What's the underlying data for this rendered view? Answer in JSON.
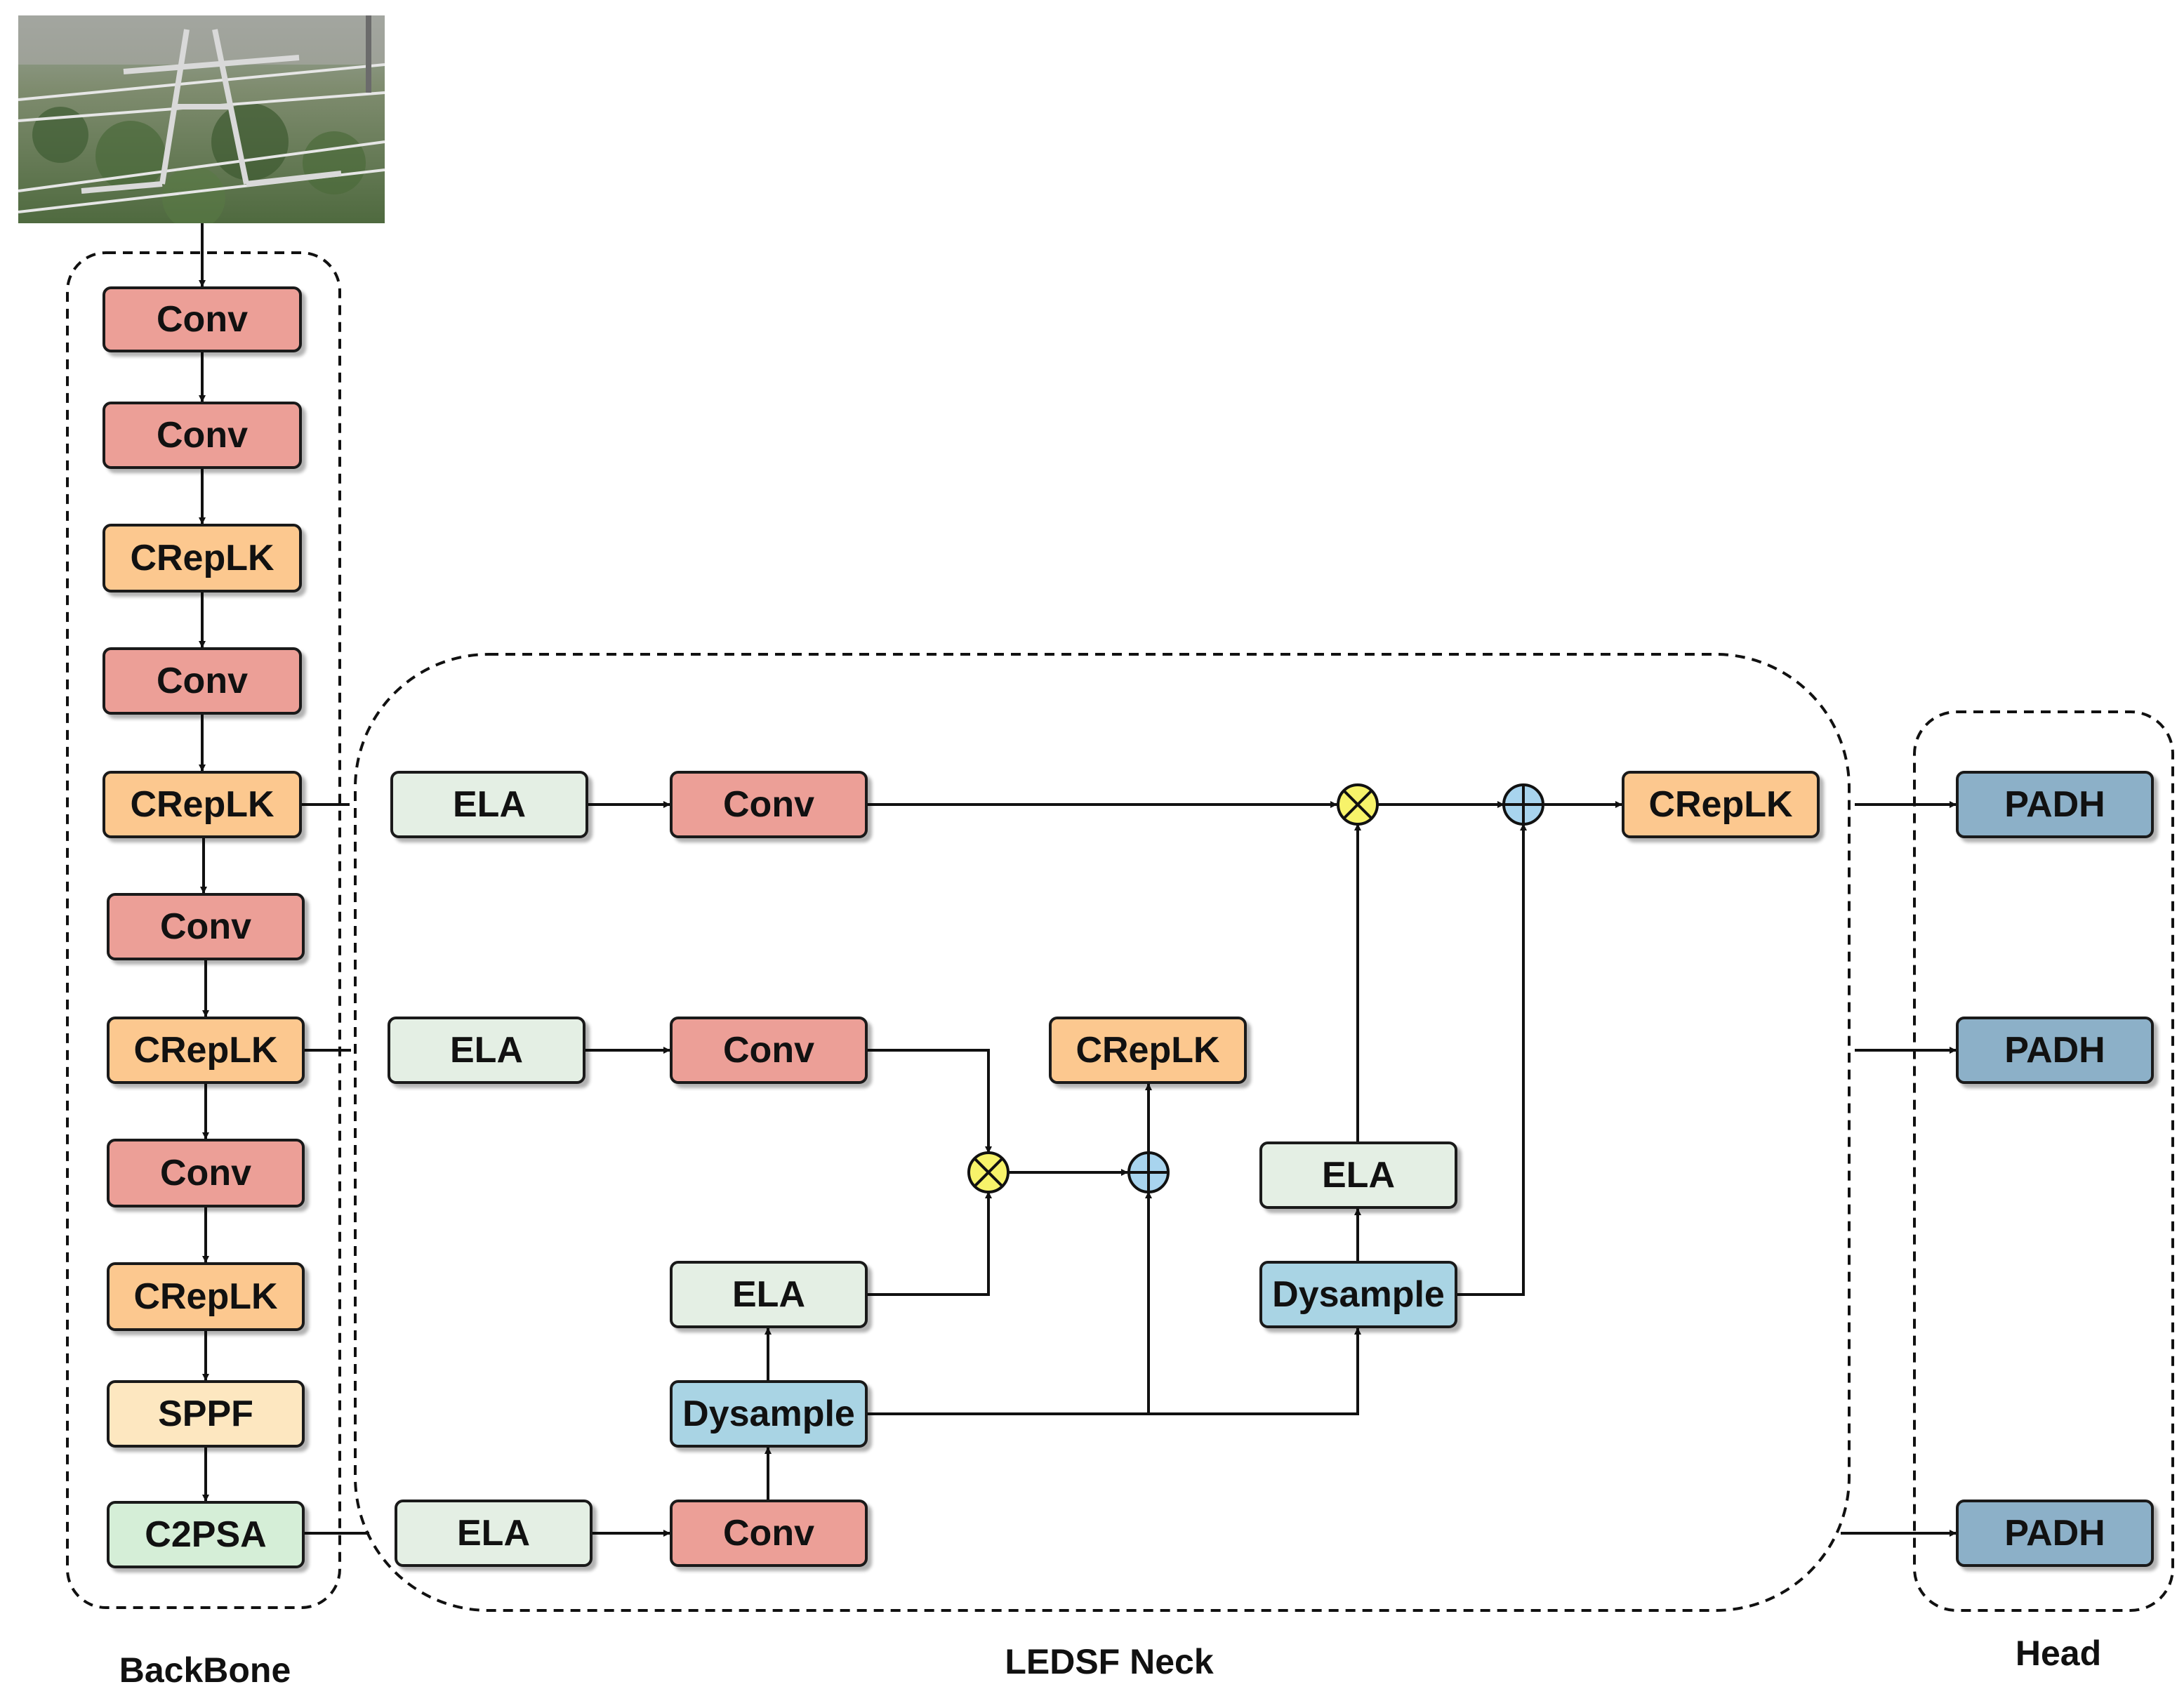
{
  "colors": {
    "conv": "#ec9f97",
    "crepLK": "#fcc88f",
    "sppf": "#fde7c0",
    "c2psa": "#d5eed7",
    "ela": "#e4efe4",
    "dysample": "#a9d4e4",
    "padh": "#8cb0c8",
    "multiply_op": "#f7f36a",
    "add_op": "#a8d4ee"
  },
  "input_image": {
    "icon": "power-line-tower-photo"
  },
  "sections": {
    "backbone": "BackBone",
    "neck": "LEDSF Neck",
    "head": "Head"
  },
  "backbone": {
    "blocks": [
      "Conv",
      "Conv",
      "CRepLK",
      "Conv",
      "CRepLK",
      "Conv",
      "CRepLK",
      "Conv",
      "CRepLK",
      "SPPF",
      "C2PSA"
    ]
  },
  "neck": {
    "top_row": {
      "ela": "ELA",
      "conv": "Conv",
      "crepLK": "CRepLK"
    },
    "middle_row": {
      "ela": "ELA",
      "conv": "Conv",
      "crepLK": "CRepLK"
    },
    "bottom_row": {
      "ela": "ELA",
      "conv": "Conv"
    },
    "left_branch": {
      "dysample": "Dysample",
      "ela": "ELA"
    },
    "right_branch": {
      "dysample": "Dysample",
      "ela": "ELA"
    },
    "operators": {
      "multiply": "⊗",
      "add": "⊕"
    }
  },
  "head": {
    "blocks": [
      "PADH",
      "PADH",
      "PADH"
    ]
  }
}
